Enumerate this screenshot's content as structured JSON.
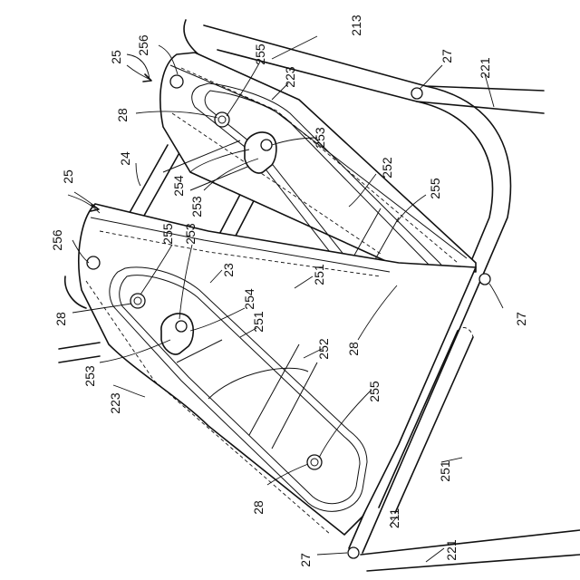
{
  "labels": {
    "l256a": "256",
    "l25a": "25",
    "l255a": "255",
    "l223a": "223",
    "l213": "213",
    "l27a": "27",
    "l221a": "221",
    "l28a": "28",
    "l253a": "253",
    "l24": "24",
    "l254a": "254",
    "l253b": "253",
    "l252a": "252",
    "l255b": "255",
    "l25b": "25",
    "l256b": "256",
    "l255c": "255",
    "l253c": "253",
    "l23": "23",
    "l251a": "251",
    "l28b": "28",
    "l254b": "254",
    "l251b": "251",
    "l253d": "253",
    "l252b": "252",
    "l223b": "223",
    "l28c": "28",
    "l27b": "27",
    "l255d": "255",
    "l28d": "28",
    "l251c": "251",
    "l211": "211",
    "l27c": "27",
    "l221b": "221"
  }
}
